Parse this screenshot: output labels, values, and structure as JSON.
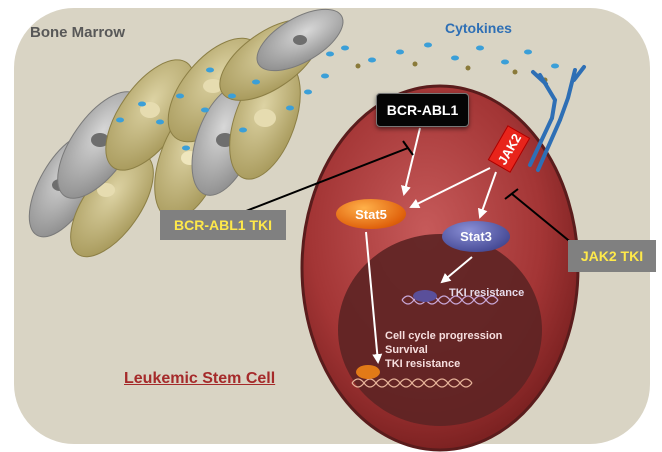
{
  "labels": {
    "bone_marrow": "Bone Marrow",
    "cytokines": "Cytokines",
    "leukemic_stem_cell": "Leukemic Stem Cell"
  },
  "nodes": {
    "bcr_abl1": "BCR-ABL1",
    "jak2": "JAK2",
    "stat5": "Stat5",
    "stat3": "Stat3"
  },
  "inhibitors": {
    "bcr_abl1_tki": "BCR-ABL1 TKI",
    "jak2_tki": "JAK2 TKI"
  },
  "outcomes": {
    "stat3_effect": "TKI resistance",
    "stat5_effects": [
      "Cell cycle progression",
      "Survival",
      "TKI resistance"
    ]
  },
  "colors": {
    "marrow_background": "#d9d4c4",
    "cell_red": "#a83a3a",
    "nucleus": "#5a2323",
    "stromal_tan": "#c8bc86",
    "stromal_gray": "#b9b9b9",
    "cytokine_blue": "#3b9fd8",
    "inhibitor_box": "#808080",
    "inhibitor_text": "#ffe94a"
  }
}
